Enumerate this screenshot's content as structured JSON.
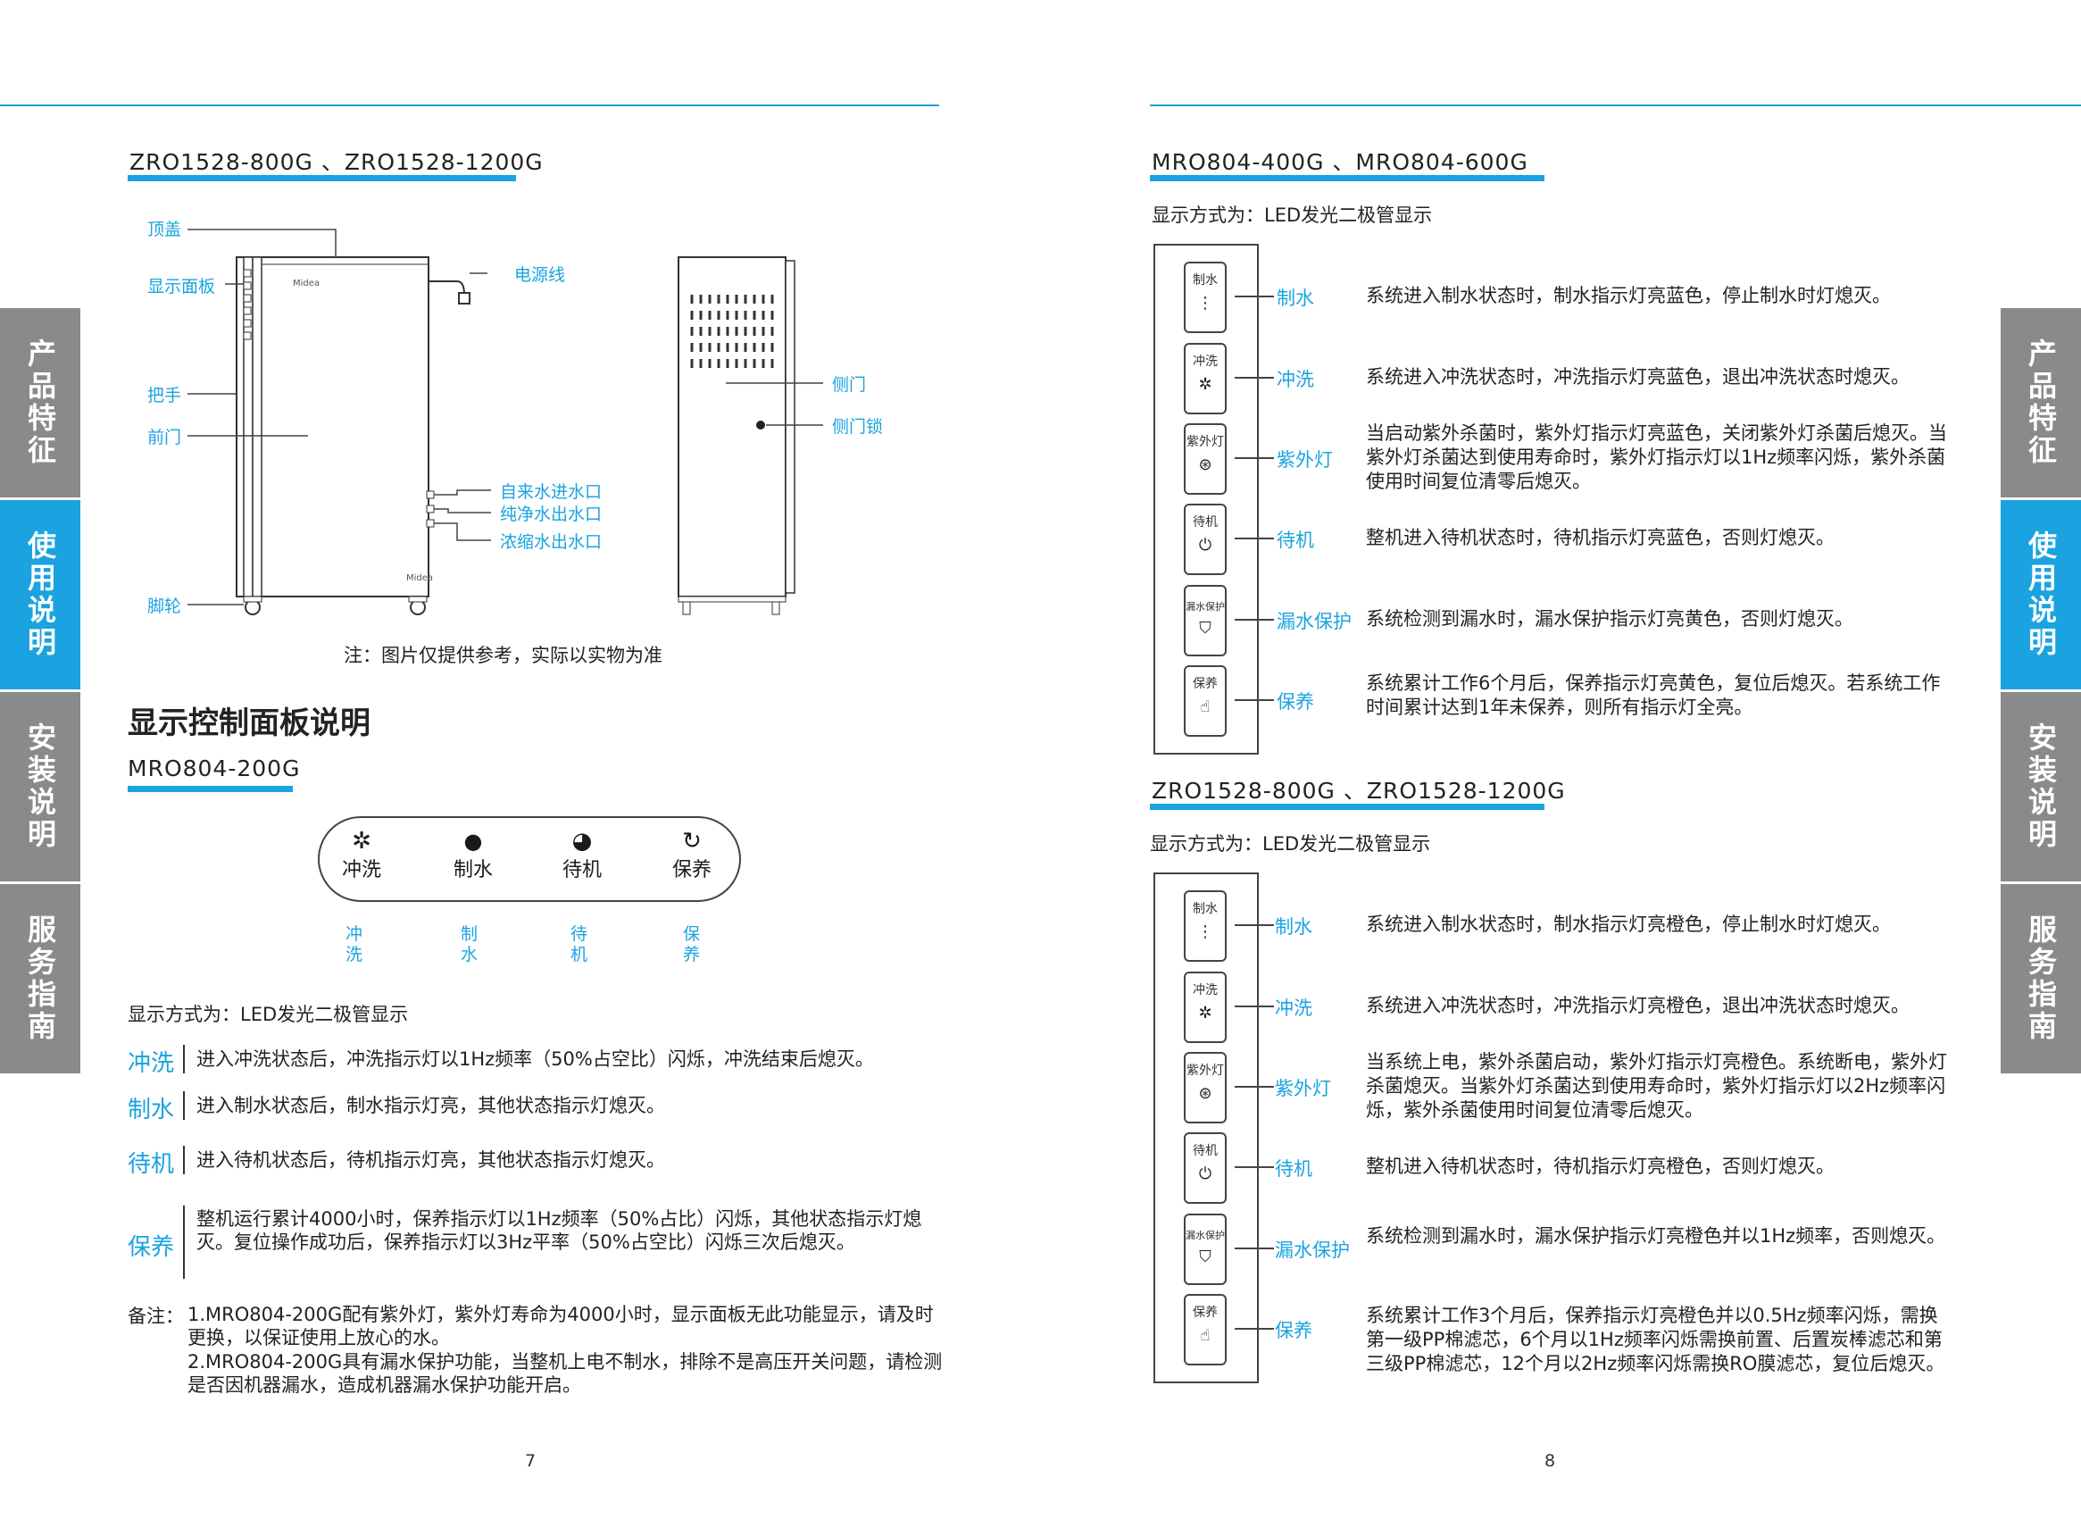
{
  "tabs_left": [
    "产品特征",
    "使用说明",
    "安装说明",
    "服务指南"
  ],
  "tabs_right": [
    "产品特征",
    "使用说明",
    "安装说明",
    "服务指南"
  ],
  "left": {
    "model_top": "ZRO1528-800G 、ZRO1528-1200G",
    "callouts": {
      "top_cover": "顶盖",
      "display_panel": "显示面板",
      "handle": "把手",
      "front_door": "前门",
      "caster": "脚轮",
      "power_cord": "电源线",
      "tap_inlet": "自来水进水口",
      "pure_outlet": "纯净水出水口",
      "concentrate_outlet": "浓缩水出水口",
      "side_door": "侧门",
      "side_door_lock": "侧门锁"
    },
    "brand_logo": "Midea",
    "image_note": "注：图片仅提供参考，实际以实物为准",
    "section_heading": "显示控制面板说明",
    "model_bottom": "MRO804-200G",
    "panel_buttons": [
      {
        "icon": "✲",
        "label": "冲洗",
        "vertical": "冲\n洗"
      },
      {
        "icon": "●",
        "label": "制水",
        "vertical": "制\n水"
      },
      {
        "icon": "◕",
        "label": "待机",
        "vertical": "待\n机"
      },
      {
        "icon": "↻",
        "label": "保养",
        "vertical": "保\n养"
      }
    ],
    "display_mode": "显示方式为：LED发光二极管显示",
    "descriptions": [
      {
        "label": "冲洗",
        "text": "进入冲洗状态后，冲洗指示灯以1Hz频率（50%占空比）闪烁，冲洗结束后熄灭。"
      },
      {
        "label": "制水",
        "text": "进入制水状态后，制水指示灯亮，其他状态指示灯熄灭。"
      },
      {
        "label": "待机",
        "text": "进入待机状态后，待机指示灯亮，其他状态指示灯熄灭。"
      },
      {
        "label": "保养",
        "text": "整机运行累计4000小时，保养指示灯以1Hz频率（50%占比）闪烁，其他状态指示灯熄灭。复位操作成功后，保养指示灯以3Hz平率（50%占空比）闪烁三次后熄灭。"
      }
    ],
    "remarks_prefix": "备注：",
    "remarks": [
      "1.MRO804-200G配有紫外灯，紫外灯寿命为4000小时，显示面板无此功能显示，请及时更换，以保证使用上放心的水。",
      "2.MRO804-200G具有漏水保护功能，当整机上电不制水，排除不是高压开关问题，请检测是否因机器漏水，造成机器漏水保护功能开启。"
    ],
    "page_number": "7"
  },
  "right": {
    "model_top": "MRO804-400G 、MRO804-600G",
    "display_mode_top": "显示方式为：LED发光二极管显示",
    "panel_top": [
      {
        "btn": "制水",
        "icon": "⋮",
        "label": "制水",
        "desc": "系统进入制水状态时，制水指示灯亮蓝色，停止制水时灯熄灭。"
      },
      {
        "btn": "冲洗",
        "icon": "✲",
        "label": "冲洗",
        "desc": "系统进入冲洗状态时，冲洗指示灯亮蓝色，退出冲洗状态时熄灭。"
      },
      {
        "btn": "紫外灯",
        "icon": "⊛",
        "label": "紫外灯",
        "desc": "当启动紫外杀菌时，紫外灯指示灯亮蓝色，关闭紫外灯杀菌后熄灭。当紫外灯杀菌达到使用寿命时，紫外灯指示灯以1Hz频率闪烁，紫外杀菌使用时间复位清零后熄灭。"
      },
      {
        "btn": "待机",
        "icon": "⏻",
        "label": "待机",
        "desc": "整机进入待机状态时，待机指示灯亮蓝色，否则灯熄灭。"
      },
      {
        "btn": "漏水保护",
        "icon": "⛉",
        "label": "漏水保护",
        "desc": "系统检测到漏水时，漏水保护指示灯亮黄色，否则灯熄灭。"
      },
      {
        "btn": "保养",
        "icon": "☝",
        "label": "保养",
        "desc": "系统累计工作6个月后，保养指示灯亮黄色，复位后熄灭。若系统工作时间累计达到1年未保养，则所有指示灯全亮。"
      }
    ],
    "model_bottom": "ZRO1528-800G 、ZRO1528-1200G",
    "display_mode_bottom": "显示方式为：LED发光二极管显示",
    "panel_bottom": [
      {
        "btn": "制水",
        "icon": "⋮",
        "label": "制水",
        "desc": "系统进入制水状态时，制水指示灯亮橙色，停止制水时灯熄灭。"
      },
      {
        "btn": "冲洗",
        "icon": "✲",
        "label": "冲洗",
        "desc": "系统进入冲洗状态时，冲洗指示灯亮橙色，退出冲洗状态时熄灭。"
      },
      {
        "btn": "紫外灯",
        "icon": "⊛",
        "label": "紫外灯",
        "desc": "当系统上电，紫外杀菌启动，紫外灯指示灯亮橙色。系统断电，紫外灯杀菌熄灭。当紫外灯杀菌达到使用寿命时，紫外灯指示灯以2Hz频率闪烁，紫外杀菌使用时间复位清零后熄灭。"
      },
      {
        "btn": "待机",
        "icon": "⏻",
        "label": "待机",
        "desc": "整机进入待机状态时，待机指示灯亮橙色，否则灯熄灭。"
      },
      {
        "btn": "漏水保护",
        "icon": "⛉",
        "label": "漏水保护",
        "desc": "系统检测到漏水时，漏水保护指示灯亮橙色并以1Hz频率，否则熄灭。"
      },
      {
        "btn": "保养",
        "icon": "☝",
        "label": "保养",
        "desc": "系统累计工作3个月后，保养指示灯亮橙色并以0.5Hz频率闪烁，需换第一级PP棉滤芯，6个月以1Hz频率闪烁需换前置、后置炭棒滤芯和第三级PP棉滤芯，12个月以2Hz频率闪烁需换RO膜滤芯，复位后熄灭。"
      }
    ],
    "page_number": "8"
  }
}
